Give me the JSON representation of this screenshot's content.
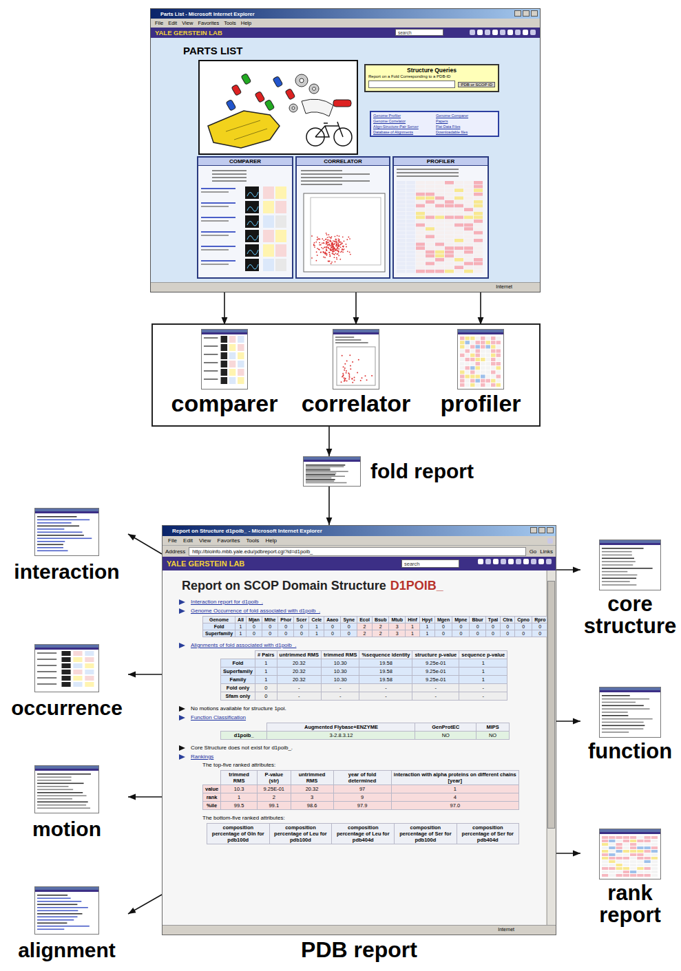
{
  "diagram": {
    "nodes": [
      {
        "text": [
          "PARTS LIST"
        ]
      },
      {
        "text": [
          "Structure Queries",
          "Report on a Fold Corresponding to a PDB-ID"
        ],
        "in": 0
      },
      {
        "text": [
          "Genome Profiler",
          "Genome Comparer",
          "Genome Correlator",
          "Papers",
          "Align-Structure-Pair Server",
          "Flat Data Files",
          "Database of Alignments",
          "Downloadable files"
        ],
        "in": 0
      },
      {
        "text": [
          "COMPARER"
        ],
        "in": 0
      },
      {
        "text": [
          "CORRELATOR"
        ],
        "in": 0
      },
      {
        "text": [
          "PROFILER"
        ],
        "in": 0
      },
      {
        "text": []
      },
      {
        "text": [
          "comparer"
        ],
        "in": 6
      },
      {
        "text": [
          "correlator"
        ],
        "in": 6
      },
      {
        "text": [
          "profiler"
        ],
        "in": 6
      },
      {
        "text": [
          "fold report"
        ]
      },
      {
        "text": [
          "PDB report"
        ]
      },
      {
        "text": [
          "interaction"
        ]
      },
      {
        "text": [
          "occurrence"
        ]
      },
      {
        "text": [
          "motion"
        ]
      },
      {
        "text": [
          "alignment"
        ]
      },
      {
        "text": [
          "core structure"
        ]
      },
      {
        "text": [
          "function"
        ]
      },
      {
        "text": [
          "rank report"
        ]
      }
    ],
    "edges": [
      {
        "from": 0,
        "to": 7,
        "arrow": "to"
      },
      {
        "from": 0,
        "to": 8,
        "arrow": "to"
      },
      {
        "from": 0,
        "to": 9,
        "arrow": "to"
      },
      {
        "from": 6,
        "to": 10,
        "arrow": "to"
      },
      {
        "from": 10,
        "to": 11,
        "arrow": "to"
      },
      {
        "from": 11,
        "to": 12,
        "arrow": "to"
      },
      {
        "from": 11,
        "to": 13,
        "arrow": "to"
      },
      {
        "from": 11,
        "to": 14,
        "arrow": "to"
      },
      {
        "from": 11,
        "to": 15,
        "arrow": "to"
      },
      {
        "from": 11,
        "to": 16,
        "arrow": "to"
      },
      {
        "from": 11,
        "to": 17,
        "arrow": "to"
      },
      {
        "from": 11,
        "to": 18,
        "arrow": "to"
      }
    ],
    "labels": [
      "Parts List - Microsoft Internet Explorer",
      "File Edit View Favorites Tools Help",
      "YALE GERSTEIN LAB",
      "search",
      "Internet",
      "PDB or SCOP ID",
      "Report on Structure d1poib_ - Microsoft Internet Explorer",
      "File Edit View Favorites Tools Help",
      "Address",
      "http://bioinfo.mbb.yale.edu/pdbreport.cgi?id=d1poib_",
      "Go",
      "Links",
      "YALE GERSTEIN LAB",
      "search",
      "Report on SCOP Domain Structure",
      "D1POIB_",
      "Interaction report for d1poib_.",
      "Genome Occurrence of fold associated with d1poib_.",
      "Genome",
      "All",
      "Mjan",
      "Mthe",
      "Phor",
      "Scer",
      "Cele",
      "Aaeo",
      "Syne",
      "Ecol",
      "Bsub",
      "Mtub",
      "Hinf",
      "Hpyl",
      "Mgen",
      "Mpne",
      "Bbur",
      "Tpal",
      "Ctra",
      "Cpno",
      "Rpro",
      "Fold",
      "1",
      "0",
      "0",
      "0",
      "0",
      "1",
      "0",
      "0",
      "2",
      "2",
      "3",
      "1",
      "1",
      "0",
      "0",
      "0",
      "0",
      "0",
      "0",
      "0",
      "Superfamily",
      "1",
      "0",
      "0",
      "0",
      "0",
      "1",
      "0",
      "0",
      "2",
      "2",
      "3",
      "1",
      "1",
      "0",
      "0",
      "0",
      "0",
      "0",
      "0",
      "0",
      "Alignments of fold associated with d1poib_.",
      "# Pairs",
      "untrimmed RMS",
      "trimmed RMS",
      "%sequence identity",
      "structure p-value",
      "sequence p-value",
      "Fold",
      "1",
      "20.32",
      "10.30",
      "19.58",
      "9.25e-01",
      "1",
      "Superfamily",
      "1",
      "20.32",
      "10.30",
      "19.58",
      "9.25e-01",
      "1",
      "Family",
      "1",
      "20.32",
      "10.30",
      "19.58",
      "9.25e-01",
      "1",
      "Fold only",
      "0",
      "-",
      "-",
      "-",
      "-",
      "-",
      "Sfam only",
      "0",
      "-",
      "-",
      "-",
      "-",
      "-",
      "No motions available for structure 1poi.",
      "Function Classification",
      "Augmented Flybase+ENZYME",
      "GenProtEC",
      "MIPS",
      "d1poib_",
      "3-2.8.3.12",
      "NO",
      "NO",
      "Core Structure does not exist for d1poib_.",
      "Rankings",
      "The top-five ranked attributes:",
      "trimmed RMS",
      "P-value (str)",
      "untrimmed RMS",
      "year of fold determined",
      "interaction with alpha proteins on different chains [year]",
      "value",
      "10.3",
      "9.25E-01",
      "20.32",
      "97",
      "1",
      "rank",
      "1",
      "2",
      "3",
      "9",
      "4",
      "%ile",
      "99.5",
      "99.1",
      "98.6",
      "97.9",
      "97.0",
      "The bottom-five ranked attributes:",
      "composition percentage of Gln for pdb100d",
      "composition percentage of Leu for pdb100d",
      "composition percentage of Leu for pdb404d",
      "composition percentage of Ser for pdb100d",
      "composition percentage of Ser for pdb404d",
      "Internet"
    ]
  }
}
